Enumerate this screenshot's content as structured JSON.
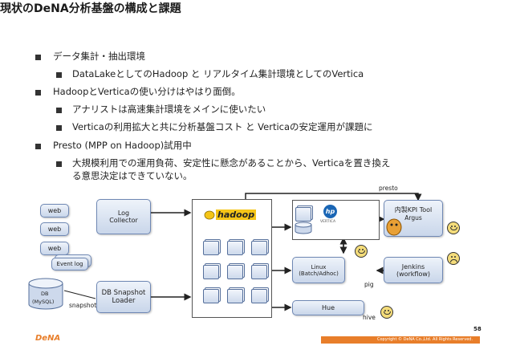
{
  "title": "現状のDeNA分析基盤の構成と課題",
  "bullets": {
    "b1": "データ集計・抽出環境",
    "b1_1": "DataLakeとしてのHadoop と リアルタイム集計環境としてのVertica",
    "b2": "HadoopとVerticaの使い分けはやはり面倒。",
    "b2_1": "アナリストは高速集計環境をメインに使いたい",
    "b2_2": "Verticaの利用拡大と共に分析基盤コスト と Verticaの安定運用が課題に",
    "b3": "Presto (MPP on Hadoop)試用中",
    "b3_1a": "大規模利用での運用負荷、安定性に懸念があることから、Verticaを置き換え",
    "b3_1b": "る意思決定はできていない。"
  },
  "diagram": {
    "web1": "web",
    "web2": "web",
    "web3": "web",
    "eventlog": "Event log",
    "log_collector": [
      "Log",
      "Collector"
    ],
    "db": [
      "DB",
      "(MySQL)"
    ],
    "snapshot": "snapshot",
    "db_snapshot_loader": [
      "DB Snapshot",
      "Loader"
    ],
    "hadoop_logo": "hadoop",
    "hp_logo": "hp",
    "vertica_logo": "VERTICA",
    "presto": "presto",
    "kpi_tool": [
      "内製KPI Tool",
      "Argus"
    ],
    "linux": [
      "Linux",
      "(Batch/Adhoc)"
    ],
    "jenkins": [
      "Jenkins",
      "(workflow)"
    ],
    "pig": "pig",
    "hue": "Hue",
    "hive": "hive"
  },
  "footer": {
    "page_number": "58",
    "logo": "DeNA",
    "copyright": "Copyright © DeNA Co.,Ltd. All Rights Reserved."
  },
  "colors": {
    "box_border": "#6f88b4",
    "footer_bar": "#e87e2a",
    "hadoop_yellow": "#f5c518"
  }
}
